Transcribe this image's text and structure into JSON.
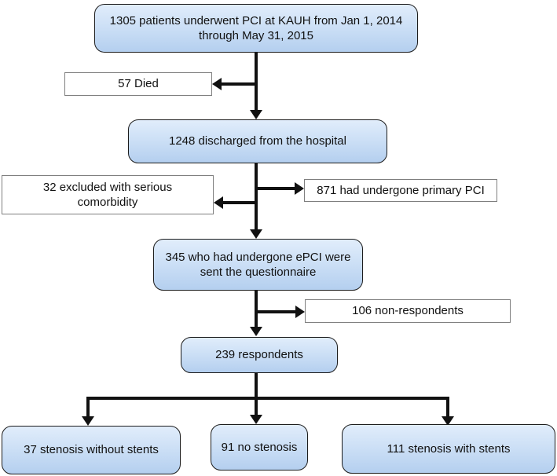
{
  "diagram": {
    "type": "flowchart",
    "colors": {
      "process_fill_light": "#e1edfb",
      "process_fill_dark": "#b4cfef",
      "process_border": "#1c1c1c",
      "side_box_border": "#7f7f7f",
      "arrow": "#111111",
      "background": "#ffffff"
    }
  },
  "nodes": [
    {
      "id": "pci-total",
      "label": "1305 patients underwent PCI at KAUH from Jan 1, 2014 through May 31, 2015"
    },
    {
      "id": "died",
      "label": "57 Died"
    },
    {
      "id": "discharged",
      "label": "1248 discharged from the hospital"
    },
    {
      "id": "excluded-comorbidity",
      "label": "32 excluded with serious comorbidity"
    },
    {
      "id": "primary-pci",
      "label": "871 had undergone primary PCI"
    },
    {
      "id": "epci-questionnaire",
      "label": "345 who had undergone ePCI were sent the questionnaire"
    },
    {
      "id": "non-respondents",
      "label": "106 non-respondents"
    },
    {
      "id": "respondents",
      "label": "239 respondents"
    },
    {
      "id": "stenosis-without-stents",
      "label": "37 stenosis without stents"
    },
    {
      "id": "no-stenosis",
      "label": "91 no stenosis"
    },
    {
      "id": "stenosis-with-stents",
      "label": "111 stenosis with stents"
    }
  ],
  "edges": [
    {
      "from": "pci-total",
      "to": "died",
      "direction": "left"
    },
    {
      "from": "pci-total",
      "to": "discharged",
      "direction": "down"
    },
    {
      "from": "discharged",
      "to": "primary-pci",
      "direction": "right"
    },
    {
      "from": "discharged",
      "to": "excluded-comorbidity",
      "direction": "left"
    },
    {
      "from": "discharged",
      "to": "epci-questionnaire",
      "direction": "down"
    },
    {
      "from": "epci-questionnaire",
      "to": "non-respondents",
      "direction": "right"
    },
    {
      "from": "epci-questionnaire",
      "to": "respondents",
      "direction": "down"
    },
    {
      "from": "respondents",
      "to": "stenosis-without-stents",
      "direction": "down"
    },
    {
      "from": "respondents",
      "to": "no-stenosis",
      "direction": "down"
    },
    {
      "from": "respondents",
      "to": "stenosis-with-stents",
      "direction": "down"
    }
  ]
}
